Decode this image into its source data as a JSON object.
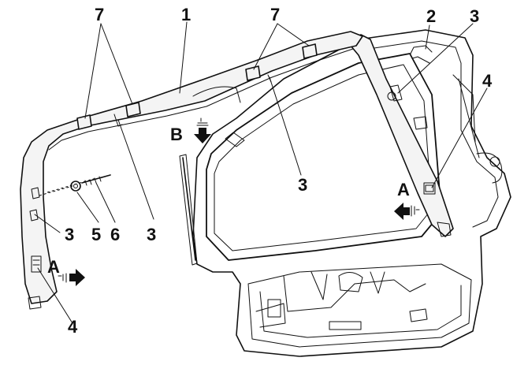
{
  "callouts": {
    "c1": "1",
    "c2": "2",
    "c3_top_right": "3",
    "c3_center": "3",
    "c3_mid_left": "3",
    "c3_left": "3",
    "c4_right": "4",
    "c4_bottom": "4",
    "c5": "5",
    "c6": "6",
    "c7_left": "7",
    "c7_right": "7"
  },
  "view_markers": {
    "a_right": "A",
    "a_left": "A",
    "b": "B"
  }
}
